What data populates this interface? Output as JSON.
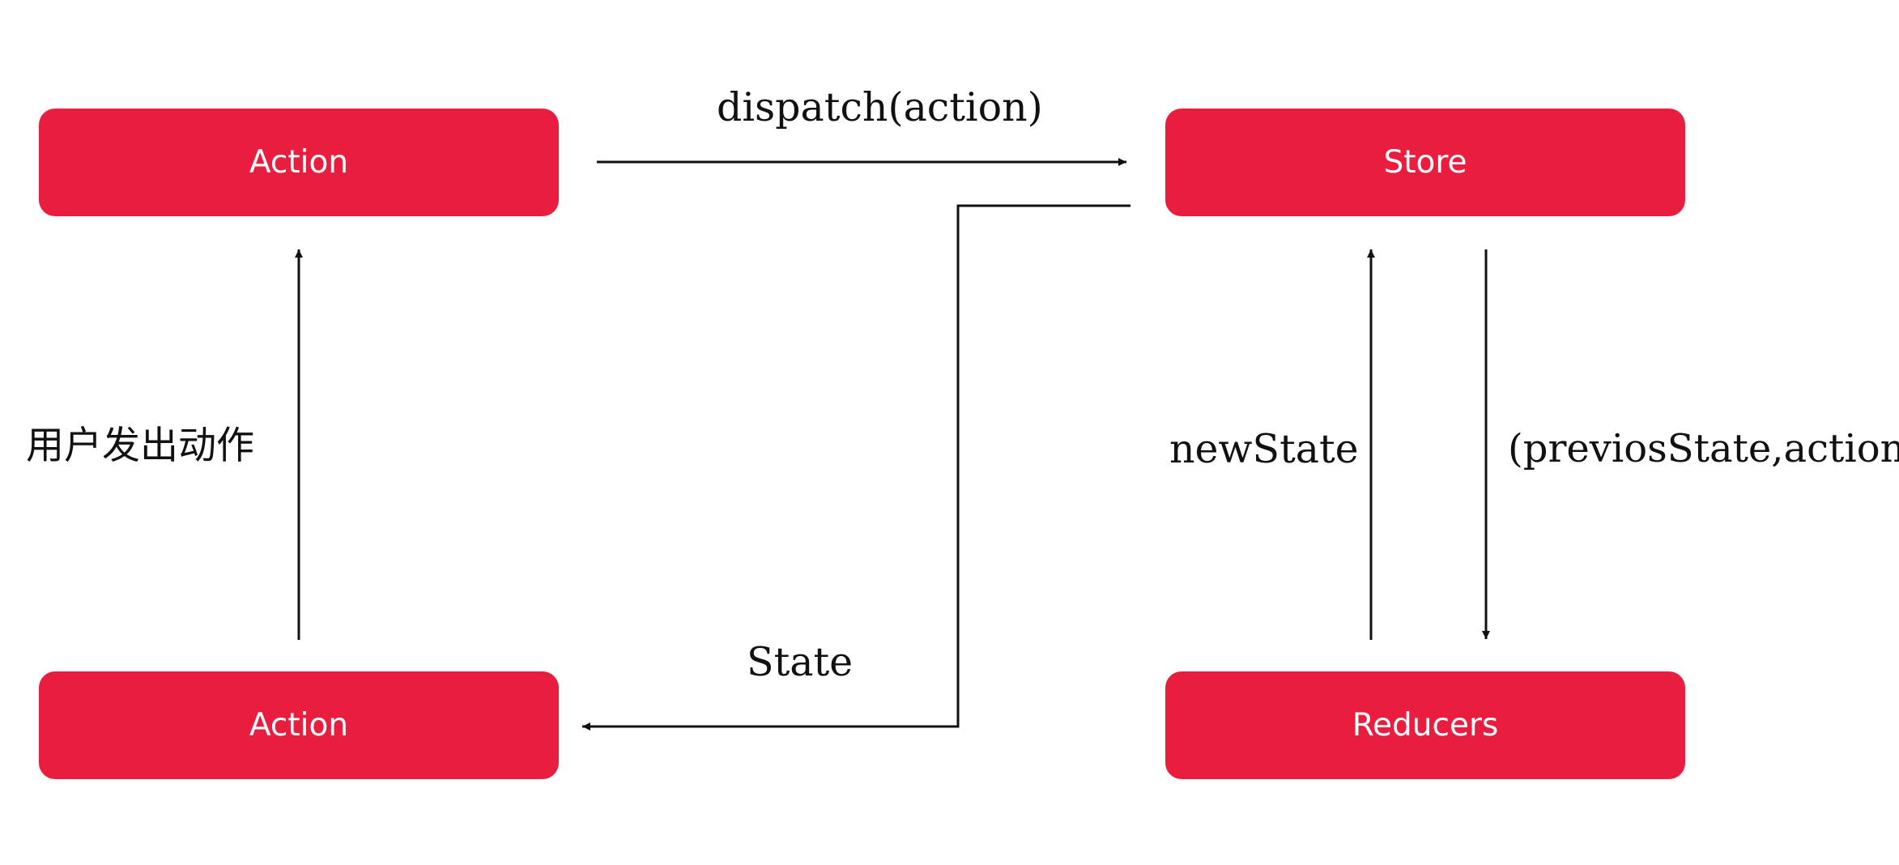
{
  "nodes": {
    "action_top": "Action",
    "store": "Store",
    "action_bottom": "Action",
    "reducers": "Reducers"
  },
  "edge_labels": {
    "dispatch": "dispatch(action)",
    "state": "State",
    "new_state": "newState",
    "previous_state_action": "(previosState,action)",
    "user_action": "用户发出动作"
  },
  "colors": {
    "node_fill": "#e91e3f",
    "node_text": "#ffffff",
    "line": "#111111"
  }
}
